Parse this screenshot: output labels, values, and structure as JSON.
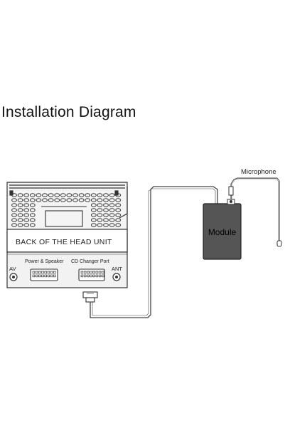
{
  "title": "Installation Diagram",
  "labels": {
    "head_unit": "BACK OF THE HEAD UNIT",
    "av": "AV",
    "power_speaker": "Power & Speaker",
    "cd_changer": "CD Changer Port",
    "ant": "ANT",
    "module": "Module",
    "microphone": "Microphone"
  },
  "colors": {
    "module_fill": "#555555",
    "line": "#333333",
    "panel": "#f2f2f2"
  }
}
